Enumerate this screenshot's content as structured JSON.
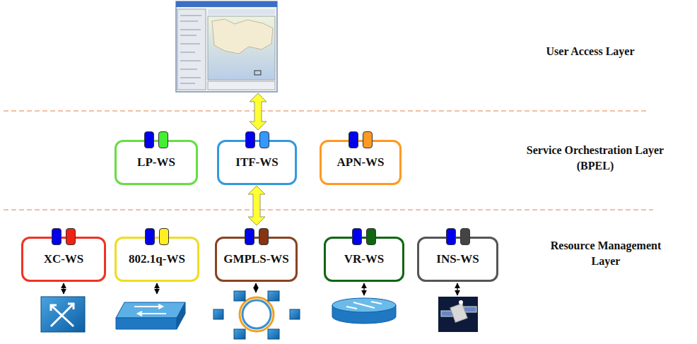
{
  "diagram": {
    "nodes": [
      {
        "text": [
          "LP-WS"
        ]
      },
      {
        "text": [
          "ITF-WS"
        ]
      },
      {
        "text": [
          "APN-WS"
        ]
      },
      {
        "text": [
          "XC-WS"
        ]
      },
      {
        "text": [
          "802.1q-WS"
        ]
      },
      {
        "text": [
          "GMPLS-WS"
        ]
      },
      {
        "text": [
          "VR-WS"
        ]
      },
      {
        "text": [
          "INS-WS"
        ]
      }
    ],
    "edges": [
      {
        "from": 1,
        "to": 5,
        "arrow": "both"
      }
    ],
    "labels": [
      "User Access Layer",
      "Service Orchestration Layer (BPEL)",
      "Resource Management Layer"
    ]
  }
}
